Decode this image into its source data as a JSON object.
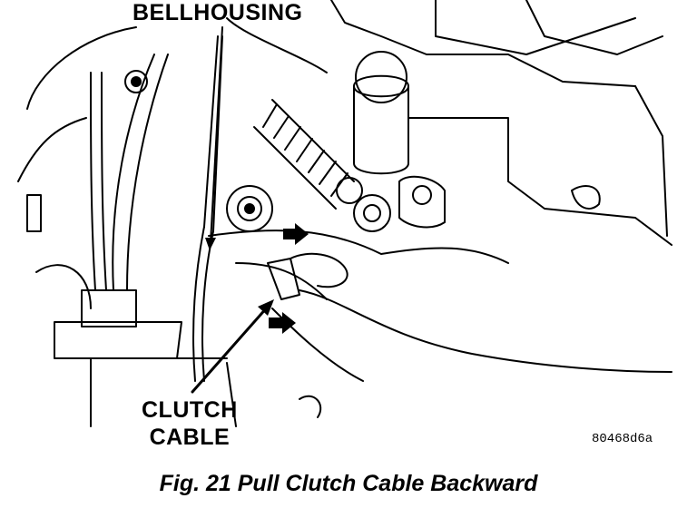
{
  "labels": {
    "bellhousing": "BELLHOUSING",
    "clutch_cable_line1": "CLUTCH",
    "clutch_cable_line2": "CABLE"
  },
  "figure_code": "80468d6a",
  "caption": "Fig. 21 Pull Clutch Cable Backward"
}
